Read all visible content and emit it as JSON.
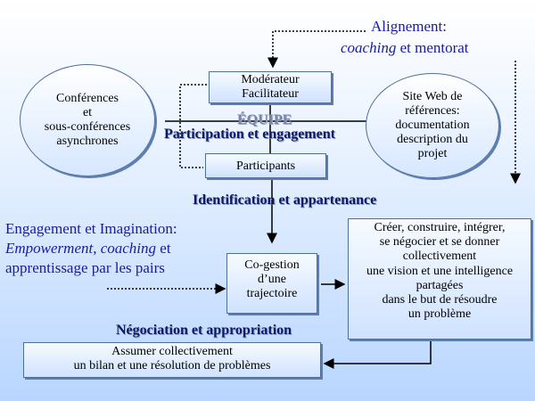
{
  "alignment": {
    "title": "Alignement:",
    "subtitle_italic": "coaching",
    "subtitle_rest": " et mentorat"
  },
  "conferences": {
    "lines": [
      "Conférences",
      "et",
      "sous-conférences",
      "asynchrones"
    ]
  },
  "moderator": {
    "lines": [
      "Modérateur",
      "Facilitateur"
    ]
  },
  "team_label": "ÉQUIPE",
  "participation": "Participation et engagement",
  "website": {
    "lines": [
      "Site Web de",
      "références:",
      "documentation",
      "description du",
      "projet"
    ]
  },
  "participants": "Participants",
  "identification": "Identification et appartenance",
  "engagement": {
    "title": "Engagement et Imagination:",
    "line2_italic": "Empowerment, coaching",
    "line2_rest": " et",
    "line3": "apprentissage par les pairs"
  },
  "cogestion": {
    "lines": [
      "Co-gestion",
      "d’une",
      "trajectoire"
    ]
  },
  "create": {
    "lines": [
      "Créer, construire, intégrer,",
      "se négocier et se donner",
      "collectivement",
      "une vision et une intelligence",
      "partagées",
      "dans le but de résoudre",
      "un  problème"
    ]
  },
  "negotiation": "Négociation et appropriation",
  "assume": {
    "lines": [
      "Assumer collectivement",
      "un bilan et une résolution de problèmes"
    ]
  },
  "colors": {
    "title_blue": "#1a1aa0",
    "heading_navy": "#0a1a66",
    "box_border": "#4f6e9a"
  }
}
